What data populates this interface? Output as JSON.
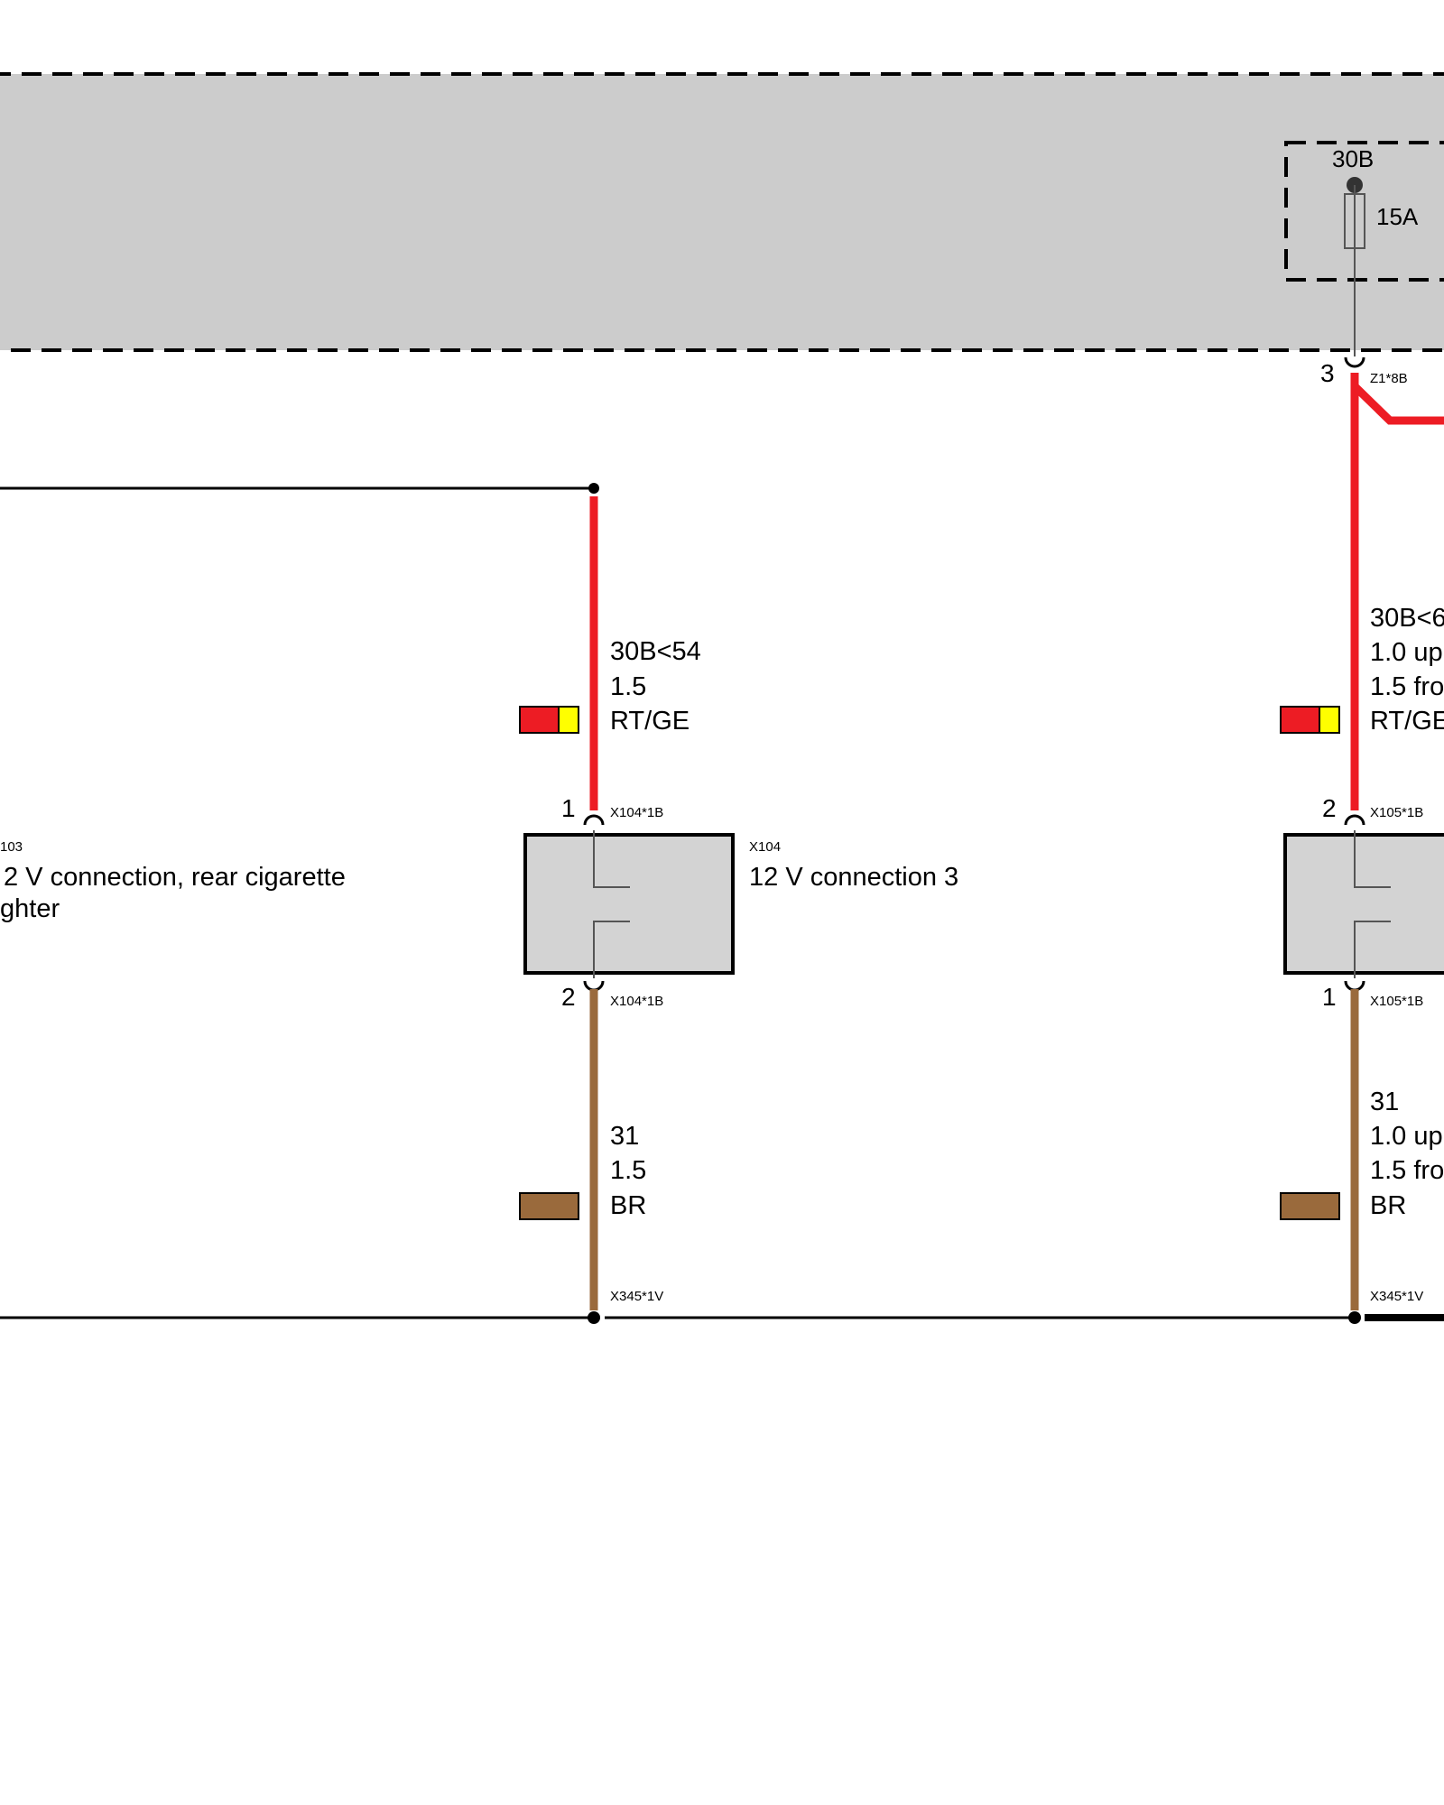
{
  "colors": {
    "red": "#ed1c24",
    "yellow": "#ffff00",
    "brown": "#9a6a3c",
    "grey_fill": "#cccccc",
    "connector_fill": "#d3d3d3",
    "black": "#000000",
    "thin_wire": "#555555"
  },
  "fuse": {
    "terminal": "30B",
    "rating": "15A"
  },
  "splice_top": {
    "pin": "3",
    "connector": "Z1*8B"
  },
  "wire_left_top": {
    "lines": [
      "30B<54",
      "1.5",
      "RT/GE"
    ]
  },
  "wire_right_top": {
    "lines": [
      "30B<6",
      "1.0  up",
      "1.5  fro",
      "RT/GE"
    ]
  },
  "x104": {
    "id": "X104",
    "name": "12 V connection 3",
    "top_pin": "1",
    "top_connector": "X104*1B",
    "bottom_pin": "2",
    "bottom_connector": "X104*1B"
  },
  "x105": {
    "top_pin": "2",
    "top_connector": "X105*1B",
    "bottom_pin": "1",
    "bottom_connector": "X105*1B"
  },
  "x103": {
    "id": "103",
    "name_line1": "2 V connection, rear cigarette",
    "name_line2": "ghter"
  },
  "wire_left_bottom": {
    "lines": [
      "31",
      "1.5",
      "BR"
    ]
  },
  "wire_right_bottom": {
    "lines": [
      "31",
      "1.0  up",
      "1.5  fro",
      "BR"
    ]
  },
  "ground_left": {
    "connector": "X345*1V"
  },
  "ground_right": {
    "connector": "X345*1V"
  }
}
